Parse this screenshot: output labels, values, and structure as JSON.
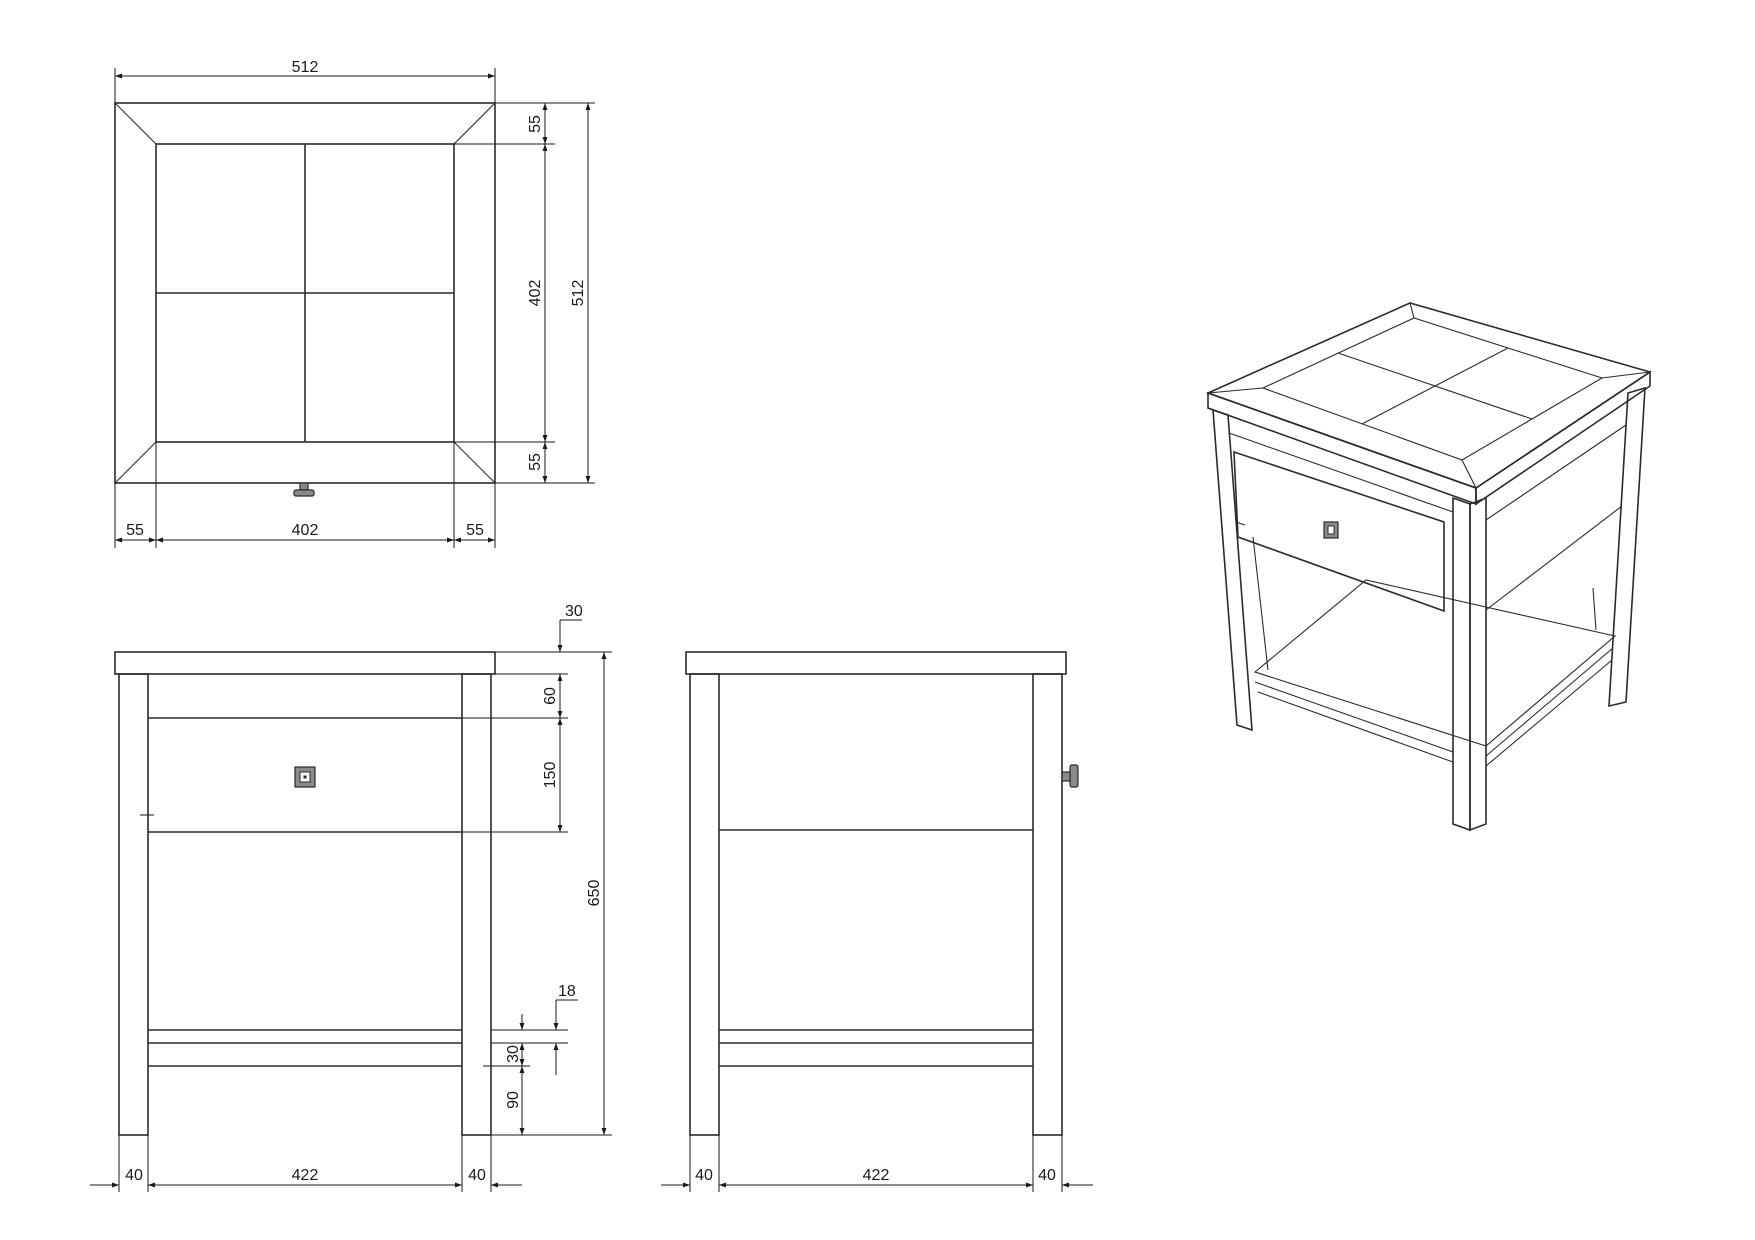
{
  "top_view": {
    "width_total": "512",
    "depth_total": "512",
    "inner_width": "402",
    "inner_depth": "402",
    "border_left": "55",
    "border_right": "55",
    "border_top": "55",
    "border_bottom": "55"
  },
  "front_view": {
    "top_thickness": "30",
    "apron_height": "60",
    "drawer_height": "150",
    "total_height": "650",
    "shelf_thickness": "18",
    "shelf_gap": "30",
    "shelf_clearance": "90",
    "leg_left": "40",
    "inner_span": "422",
    "leg_right": "40"
  },
  "side_view": {
    "leg_left": "40",
    "inner_span": "422",
    "leg_right": "40"
  },
  "colors": {
    "line": "#2b2b2b",
    "knob": "#8a8a8a"
  }
}
